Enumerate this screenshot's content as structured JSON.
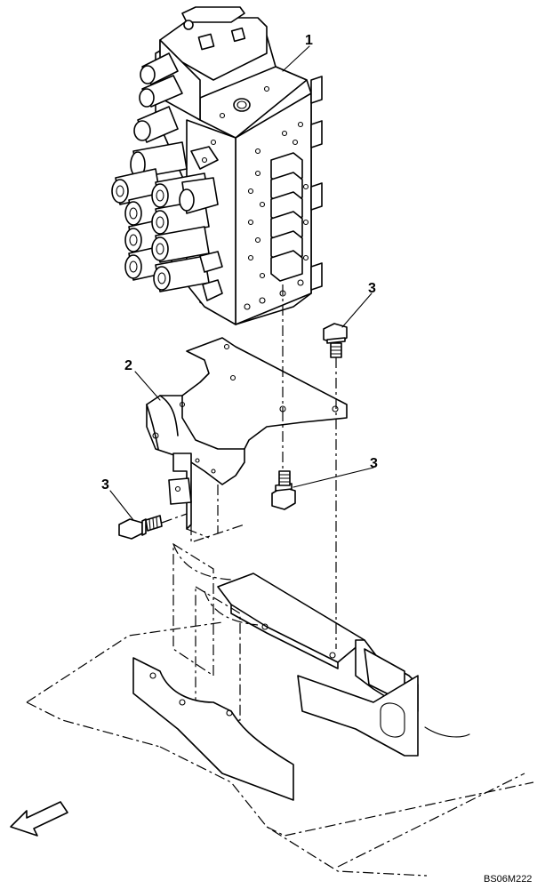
{
  "callouts": [
    {
      "id": "1",
      "label": "1"
    },
    {
      "id": "2",
      "label": "2"
    },
    {
      "id": "3a",
      "label": "3"
    },
    {
      "id": "3b",
      "label": "3"
    },
    {
      "id": "3c",
      "label": "3"
    }
  ],
  "drawing_code": "BS06M222",
  "icons": {
    "direction_arrow": "front-direction-arrow-icon"
  }
}
